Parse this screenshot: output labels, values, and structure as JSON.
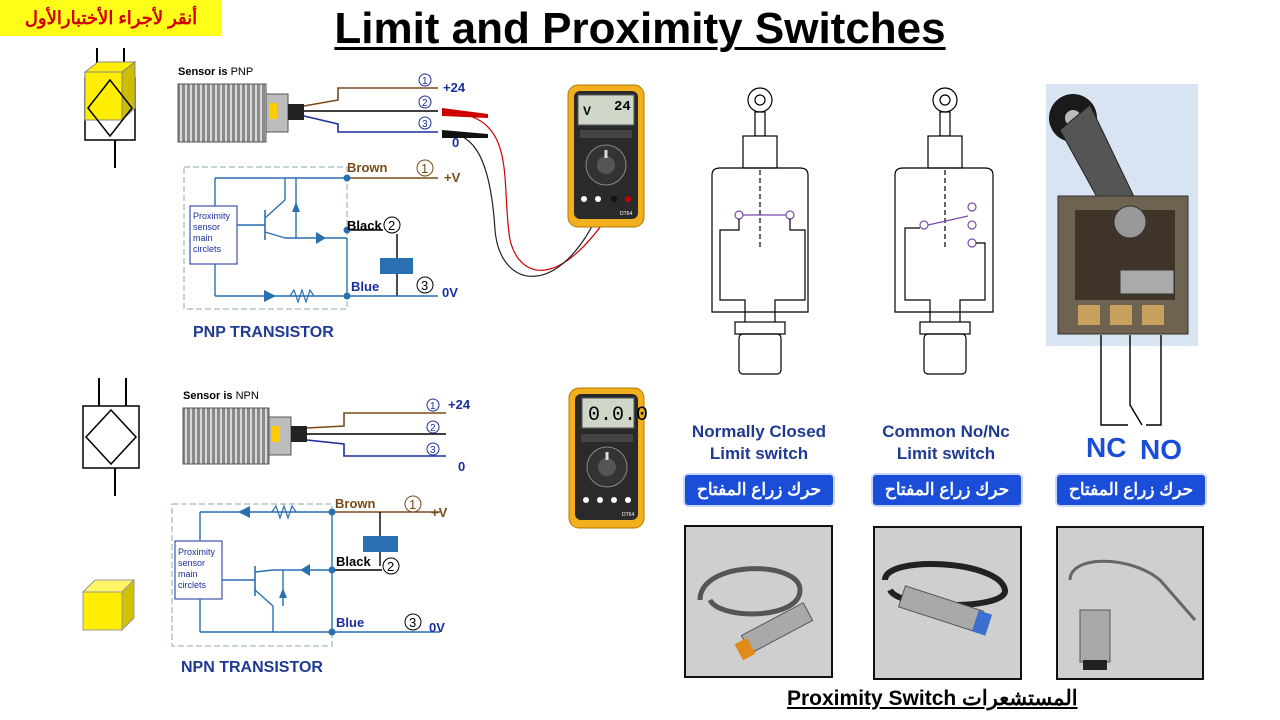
{
  "title": "Limit and Proximity Switches",
  "pnp": {
    "sensor_label_prefix": "Sensor is ",
    "sensor_label_type": "PNP",
    "terminals": [
      "1",
      "2",
      "3"
    ],
    "supply_pos": "+24",
    "supply_zero": "0",
    "wire_brown": "Brown",
    "wire_black": "Black",
    "wire_blue": "Blue",
    "rail_pos": "+V",
    "rail_zero": "0V",
    "circuit_box": [
      "Proximity",
      "sensor",
      "main",
      "circlets"
    ],
    "transistor_label": "PNP TRANSISTOR"
  },
  "npn": {
    "sensor_label_prefix": "Sensor is ",
    "sensor_label_type": "NPN",
    "terminals": [
      "1",
      "2",
      "3"
    ],
    "supply_pos": "+24",
    "supply_zero": "0",
    "wire_brown": "Brown",
    "wire_black": "Black",
    "wire_blue": "Blue",
    "rail_pos": "+V",
    "rail_zero": "0V",
    "circuit_box": [
      "Proximity",
      "sensor",
      "main",
      "circlets"
    ],
    "transistor_label": "NPN TRANSISTOR"
  },
  "meter_top": {
    "unit": "V",
    "reading": "24",
    "model": "DT64"
  },
  "meter_bottom": {
    "reading": "0.0.0",
    "model": "DT64"
  },
  "test_button": "أنقر لأجراء الأختبارالأول",
  "limit_switches": {
    "nc_caption": [
      "Normally Closed",
      "Limit switch"
    ],
    "common_caption": [
      "Common No/Nc",
      "Limit switch"
    ],
    "move_button": "حرك زراع المفتاح",
    "nc_label": "NC",
    "no_label": "NO"
  },
  "bottom_caption": "Proximity Switch المستشعرات",
  "colors": {
    "title": "#000000",
    "button_blue": "#1a4dd8",
    "caption_blue": "#1f3a93",
    "test_bg": "#ffff1a",
    "test_text": "#d40000",
    "wire_brown": "#7a4a1a",
    "wire_blue": "#1a2f9e",
    "cube_yellow": "#ffee00",
    "meter_body": "#f2b01e"
  }
}
